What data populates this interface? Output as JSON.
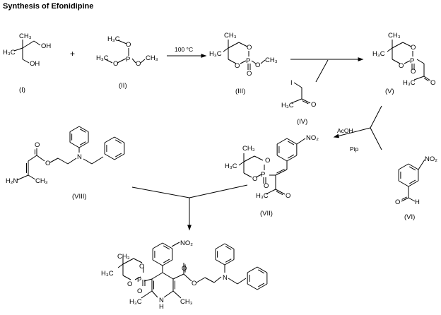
{
  "title": "Synthesis of Efonidipine",
  "atoms": {
    "ch3": "CH₃",
    "h3c": "H₃C",
    "oh": "OH",
    "o": "O",
    "p": "P",
    "n": "N",
    "no2": "NO₂",
    "h2n": "H₂N",
    "i": "I",
    "h": "H"
  },
  "plus": "+",
  "compounds": {
    "c1": "(I)",
    "c2": "(II)",
    "c3": "(III)",
    "c4": "(IV)",
    "c5": "(V)",
    "c6": "(VI)",
    "c7": "(VII)",
    "c8": "(VIII)"
  },
  "conditions": {
    "step1": "100 °C",
    "step3_a": "AcOH",
    "step3_b": "Pip"
  }
}
